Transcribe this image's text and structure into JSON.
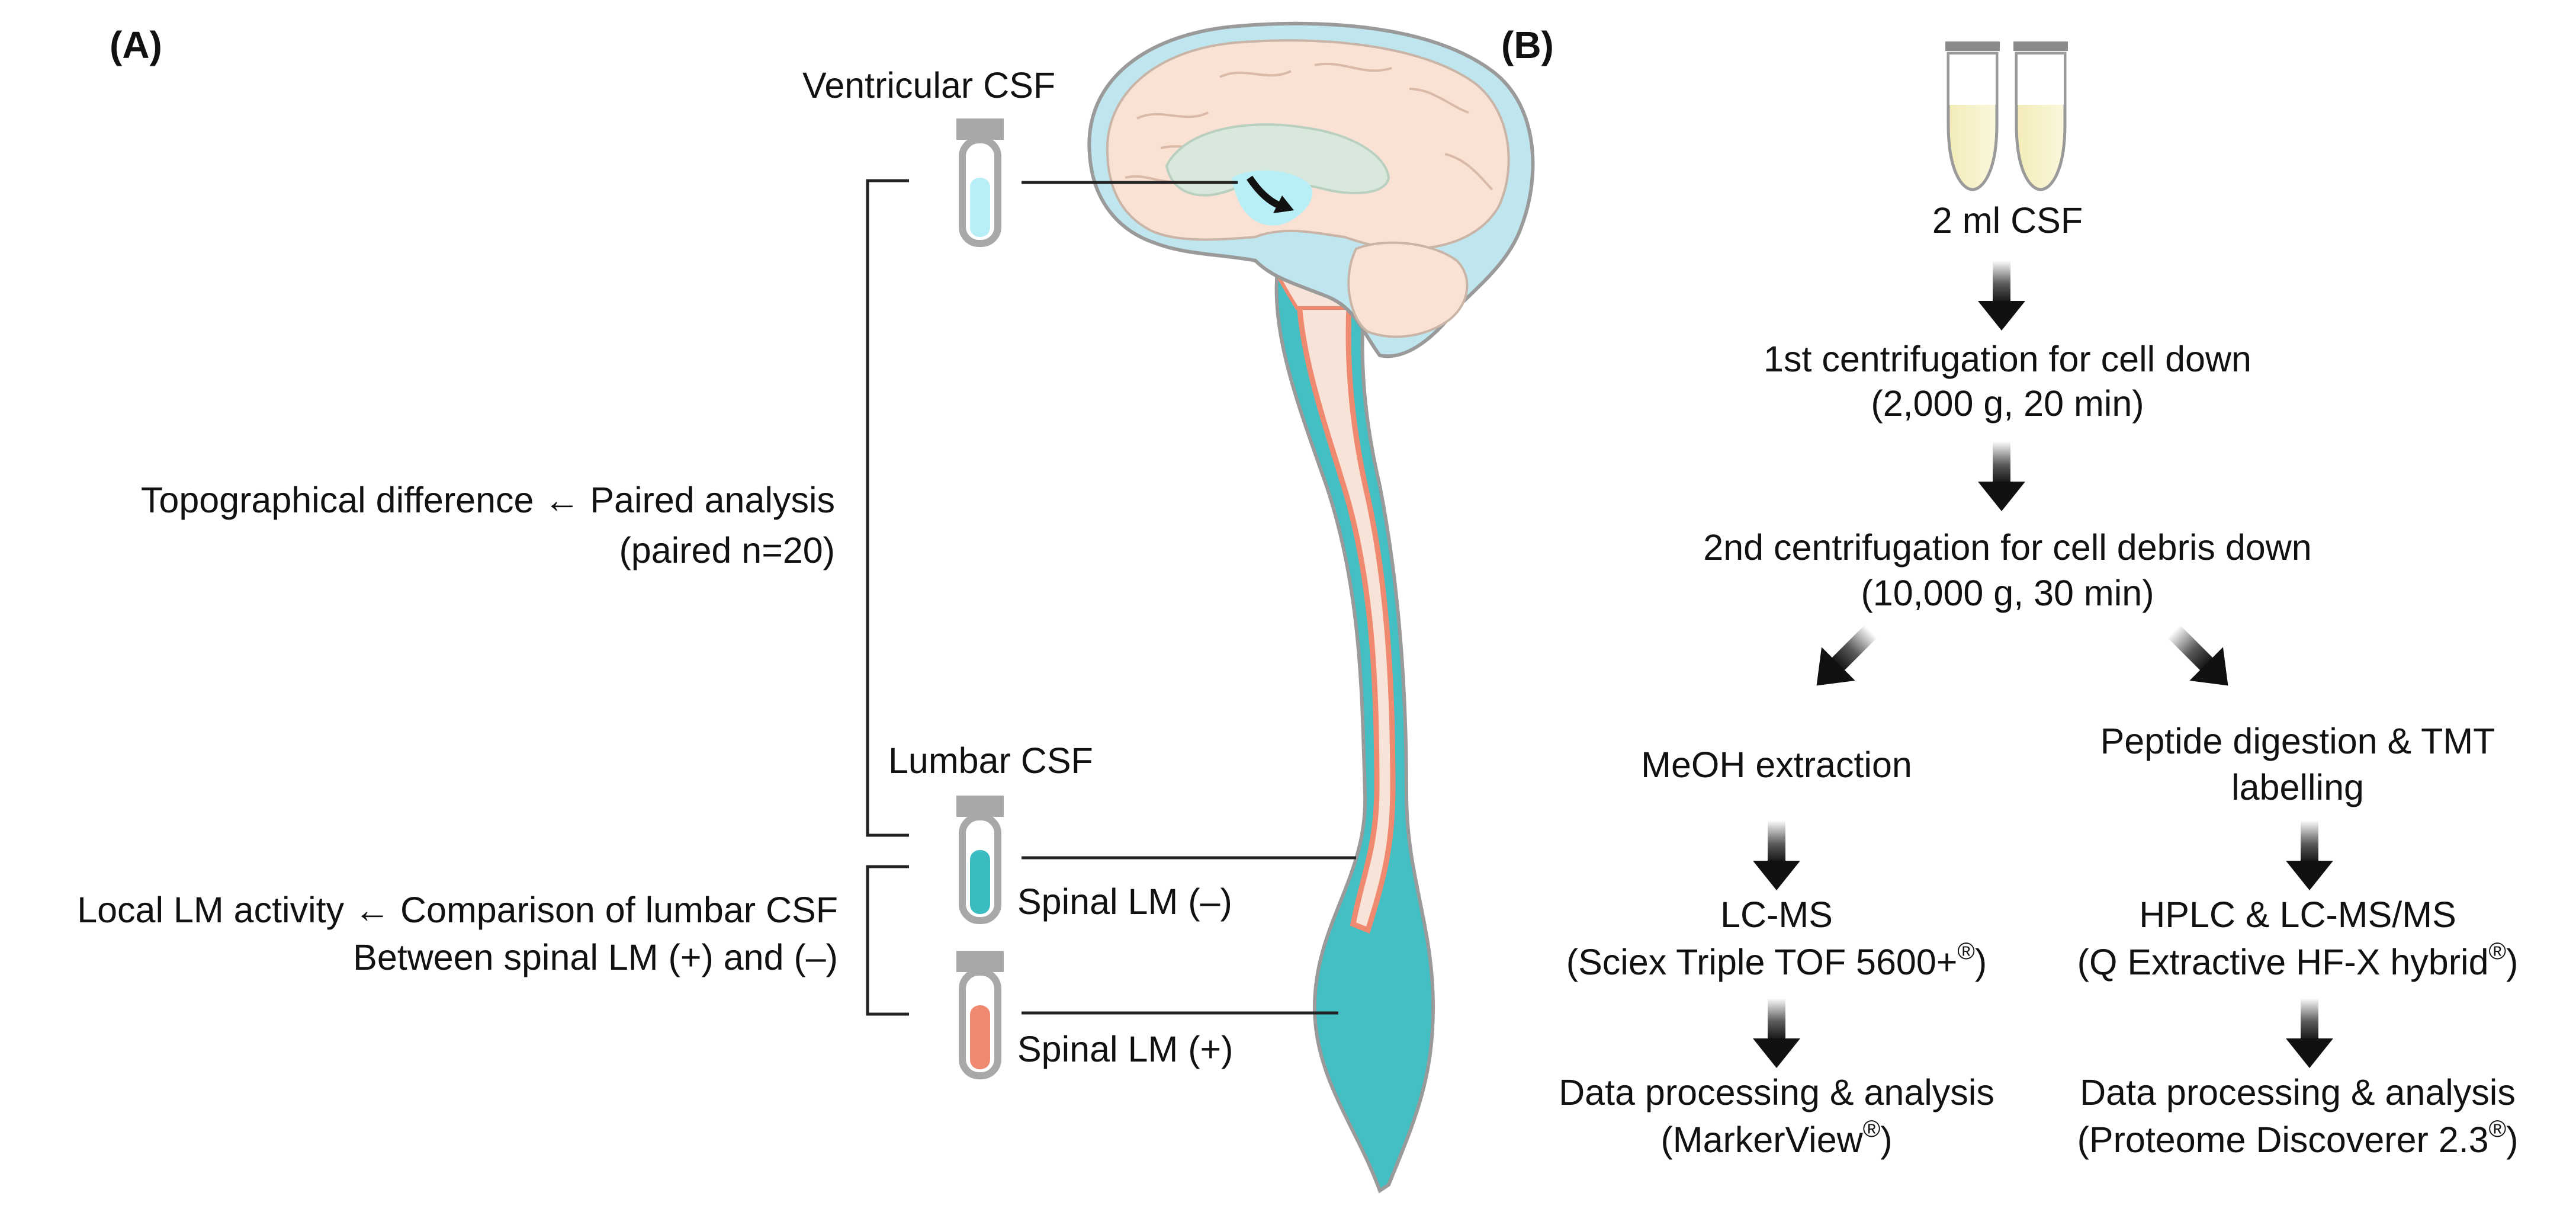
{
  "panelA": {
    "label": "(A)",
    "ventricular": "Ventricular CSF",
    "lumbar": "Lumbar CSF",
    "topo_line1": "Topographical difference ← Paired analysis",
    "topo_line2": "(paired n=20)",
    "local_line1": "Local LM activity ← Comparison of lumbar CSF",
    "local_line2": "Between spinal LM (+) and (–)",
    "lm_neg": "Spinal LM (–)",
    "lm_pos": "Spinal LM (+)",
    "colors": {
      "ventricular_fluid": "#b8eef6",
      "lm_negative_fluid": "#3bbcc0",
      "lm_positive_fluid": "#ef8a70",
      "csf_space": "#bfe6ee",
      "brain": "#f9e1d3",
      "spinal_csf": "#44bfc3"
    }
  },
  "panelB": {
    "label": "(B)",
    "start": "2 ml CSF",
    "cent1_line1": "1st centrifugation for cell down",
    "cent1_line2": "(2,000 g, 20 min)",
    "cent2_line1": "2nd centrifugation for cell debris down",
    "cent2_line2": "(10,000 g, 30 min)",
    "left": {
      "step1": "MeOH extraction",
      "step2_line1": "LC-MS",
      "step2_line2": "(Sciex Triple TOF 5600+",
      "step3_line1": "Data processing & analysis",
      "step3_line2": "(MarkerView"
    },
    "right": {
      "step1_line1": "Peptide digestion & TMT",
      "step1_line2": "labelling",
      "step2_line1": "HPLC & LC-MS/MS",
      "step2_line2": "(Q Extractive HF-X hybrid",
      "step3_line1": "Data processing & analysis",
      "step3_line2": "(Proteome Discoverer 2.3"
    },
    "reg_mark": "®",
    "close_paren": ")",
    "colors": {
      "tube_fluid": "#f6f0c2",
      "arrow": "#1a1a1a"
    }
  }
}
